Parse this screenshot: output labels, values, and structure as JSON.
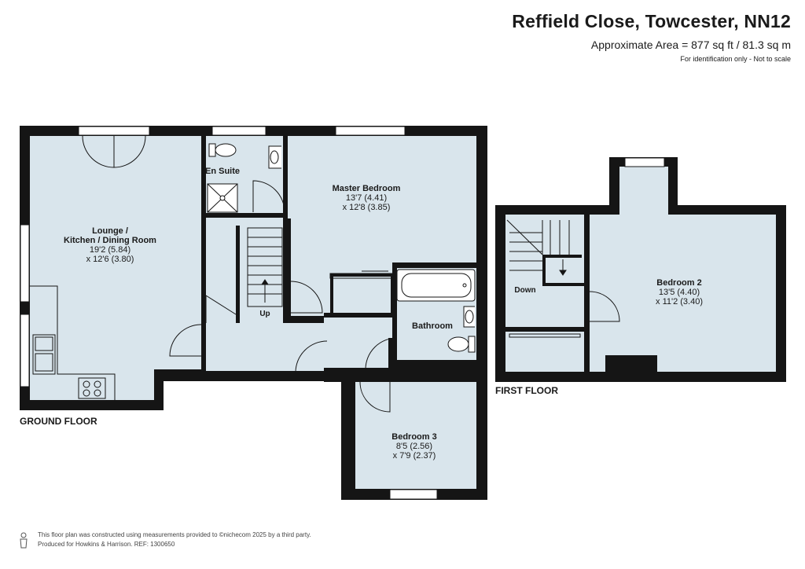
{
  "header": {
    "title": "Reffield Close, Towcester, NN12",
    "area": "Approximate Area = 877 sq ft / 81.3 sq m",
    "note": "For identification only - Not to scale"
  },
  "floors": {
    "ground": "GROUND FLOOR",
    "first": "FIRST FLOOR"
  },
  "rooms": {
    "lounge": {
      "name_line1": "Lounge /",
      "name_line2": "Kitchen / Dining Room",
      "dim1": "19'2 (5.84)",
      "dim2": "x 12'6 (3.80)"
    },
    "master": {
      "name": "Master Bedroom",
      "dim1": "13'7 (4.41)",
      "dim2": "x 12'8 (3.85)"
    },
    "ensuite": {
      "name": "En Suite"
    },
    "bathroom": {
      "name": "Bathroom"
    },
    "bedroom3": {
      "name": "Bedroom 3",
      "dim1": "8'5 (2.56)",
      "dim2": "x 7'9 (2.37)"
    },
    "bedroom2": {
      "name": "Bedroom 2",
      "dim1": "13'5 (4.40)",
      "dim2": "x 11'2 (3.40)"
    }
  },
  "stairs": {
    "up": "Up",
    "down": "Down"
  },
  "footer": {
    "line1": "This floor plan was constructed using measurements provided to ©nichecom 2025 by a third party.",
    "line2": "Produced for Howkins & Harrison.   REF: 1300650"
  },
  "colors": {
    "floor_fill": "#d9e5ec",
    "wall": "#151515",
    "window": "#ffffff"
  },
  "icons": [
    "person-icon",
    "toilet-icon",
    "sink-icon",
    "bath-icon",
    "shower-icon",
    "hob-icon"
  ]
}
